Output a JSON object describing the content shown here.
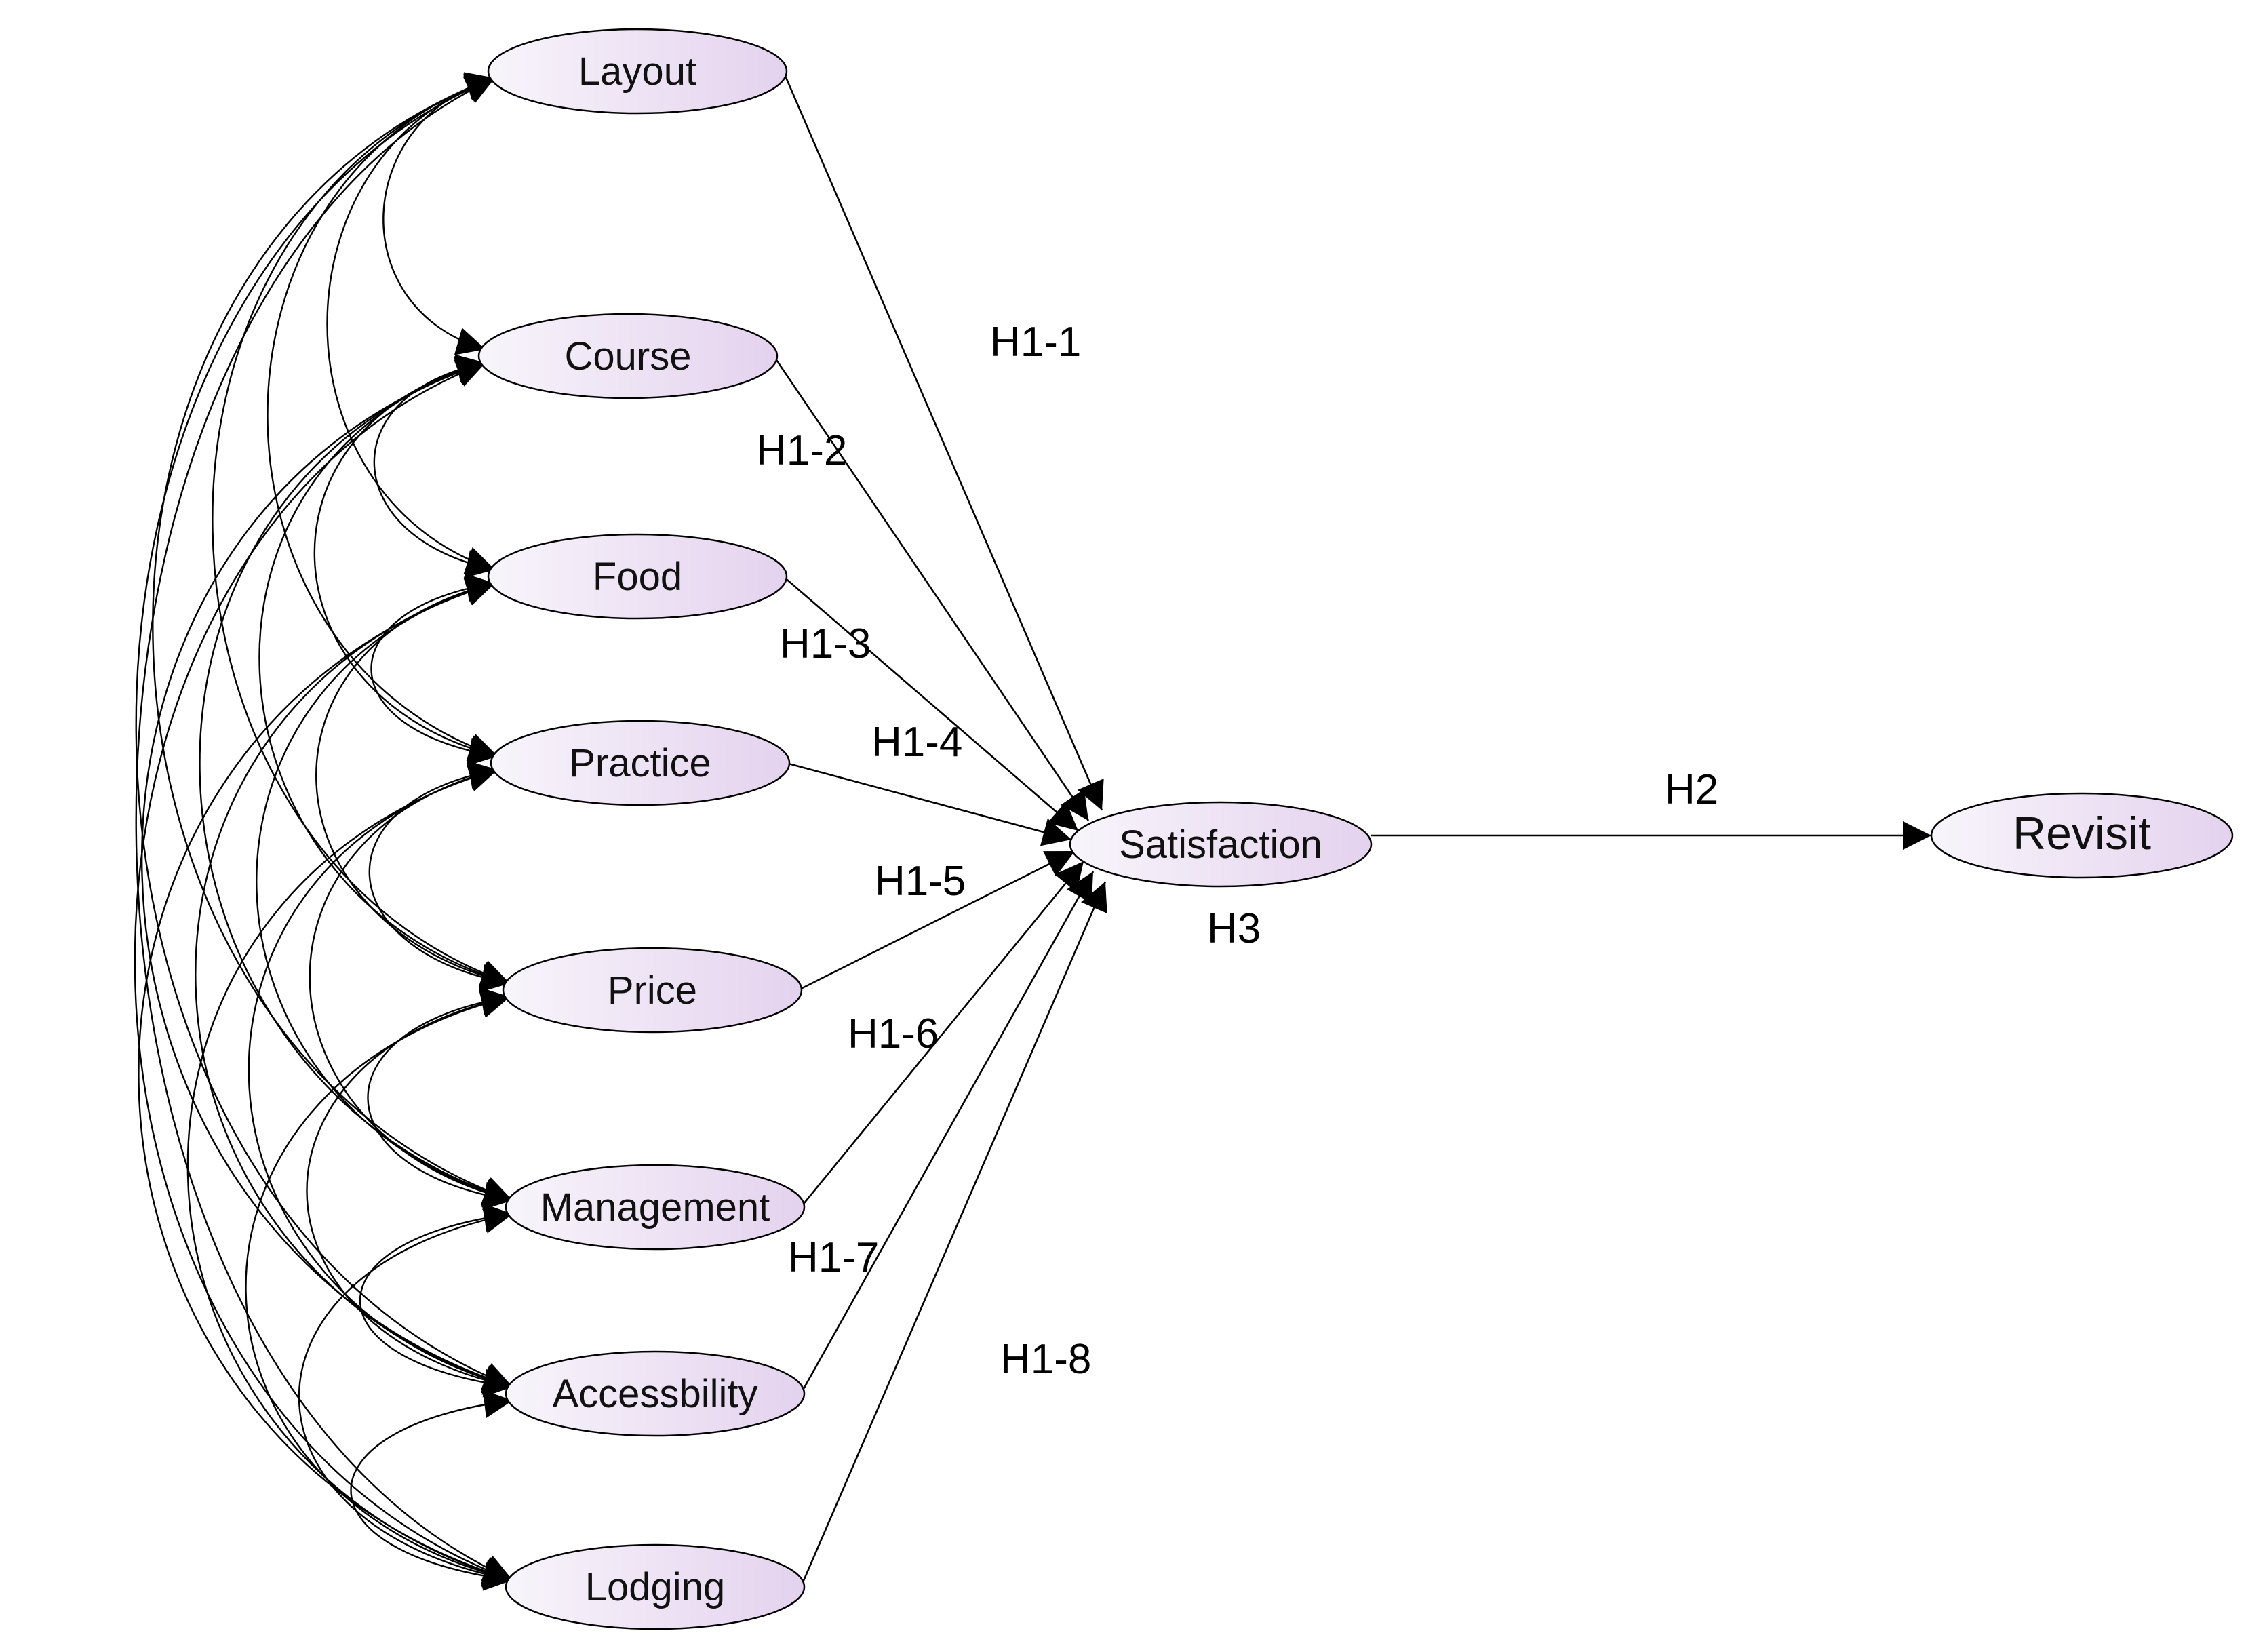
{
  "nodes": [
    {
      "id": "layout",
      "label": "Layout"
    },
    {
      "id": "course",
      "label": "Course"
    },
    {
      "id": "food",
      "label": "Food"
    },
    {
      "id": "practice",
      "label": "Practice"
    },
    {
      "id": "price",
      "label": "Price"
    },
    {
      "id": "management",
      "label": "Management"
    },
    {
      "id": "accessbility",
      "label": "Accessbility"
    },
    {
      "id": "lodging",
      "label": "Lodging"
    },
    {
      "id": "satisfaction",
      "label": "Satisfaction"
    },
    {
      "id": "revisit",
      "label": "Revisit"
    }
  ],
  "paths": [
    {
      "from": "layout",
      "to": "satisfaction",
      "label": "H1-1"
    },
    {
      "from": "course",
      "to": "satisfaction",
      "label": "H1-2"
    },
    {
      "from": "food",
      "to": "satisfaction",
      "label": "H1-3"
    },
    {
      "from": "practice",
      "to": "satisfaction",
      "label": "H1-4"
    },
    {
      "from": "price",
      "to": "satisfaction",
      "label": "H1-5"
    },
    {
      "from": "management",
      "to": "satisfaction",
      "label": "H1-6"
    },
    {
      "from": "accessbility",
      "to": "satisfaction",
      "label": "H1-7"
    },
    {
      "from": "lodging",
      "to": "satisfaction",
      "label": "H1-8"
    },
    {
      "from": "satisfaction",
      "to": "revisit",
      "label": "H2"
    }
  ],
  "extra_labels": [
    {
      "id": "h3",
      "text": "H3"
    }
  ],
  "covariances": "all pairs among the eight left-hand constructs (double-headed curved arrows)",
  "colors": {
    "node_fill_light": "#f8f5fb",
    "node_fill_dark": "#e4d2ee",
    "stroke": "#000000"
  }
}
